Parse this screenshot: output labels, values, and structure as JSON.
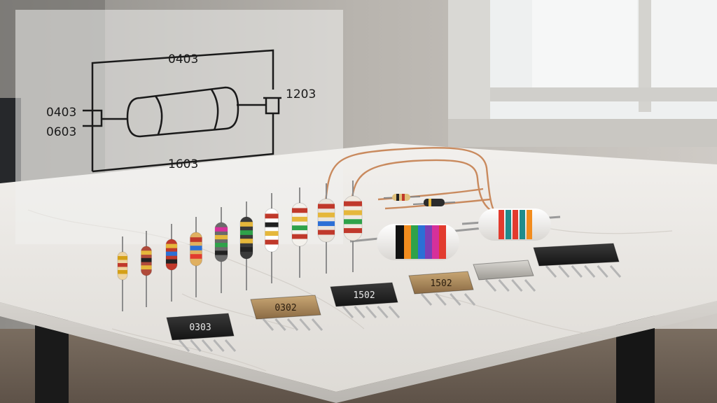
{
  "diagram": {
    "labels": {
      "top": "0403",
      "bottom": "1603",
      "left_upper": "0403",
      "left_lower": "0603",
      "right": "1203"
    }
  },
  "chips": [
    {
      "marking": "0303"
    },
    {
      "marking": "0302"
    },
    {
      "marking": "1502"
    },
    {
      "marking": "1502"
    },
    {
      "marking": ""
    },
    {
      "marking": ""
    }
  ],
  "colors": {
    "marble": "#ece9e5",
    "wall": "#bdb9b3",
    "window": "#e7e9ea",
    "panel": "rgba(240,240,238,0.55)",
    "copper": "#c98a5e"
  },
  "icons": [
    "resistor-icon",
    "ic-chip-icon",
    "copper-wire-icon"
  ]
}
